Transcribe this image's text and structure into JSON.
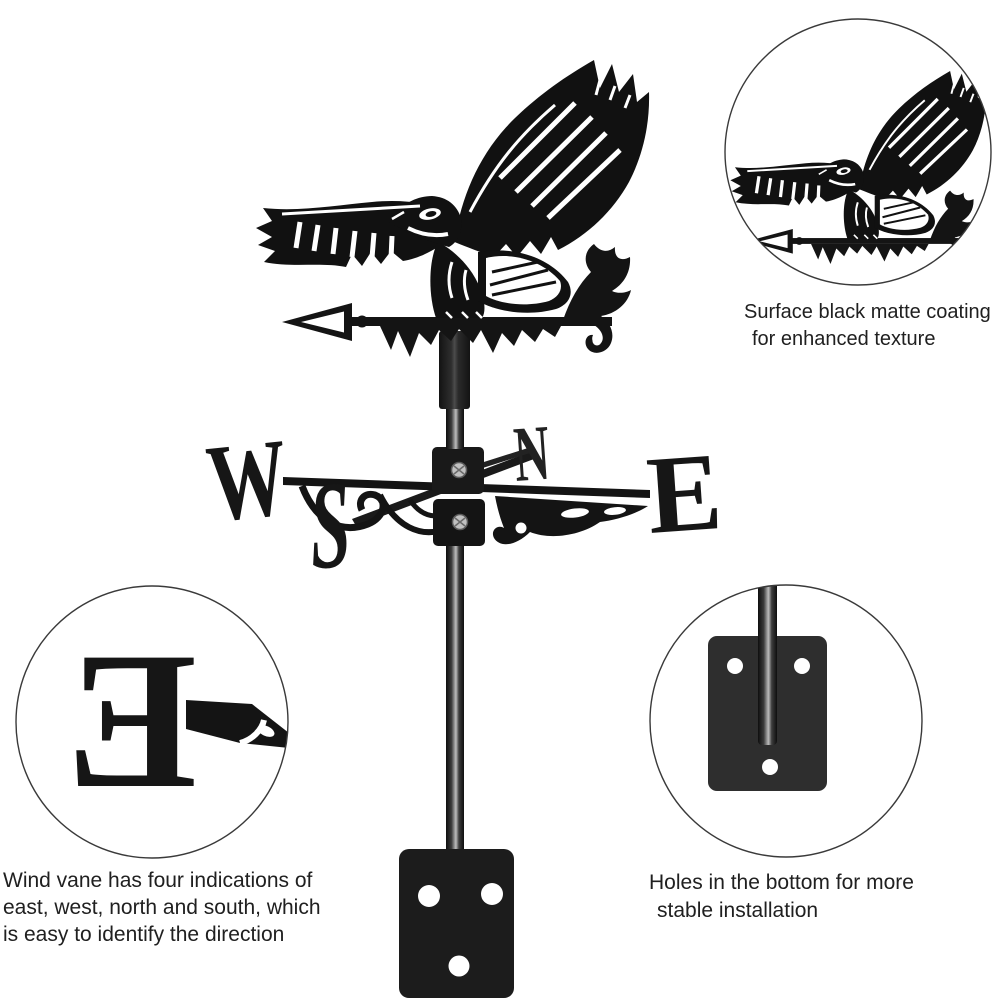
{
  "page": {
    "background_color": "#ffffff"
  },
  "product_view": {
    "subject": "eagle wind vane with compass letters, rod and mounting plate",
    "metal_color": "#161616",
    "circle_border_color": "#3a3a3a",
    "text_color": "#202020"
  },
  "compass": {
    "west": "W",
    "north": "N",
    "east": "E",
    "south": "S"
  },
  "callouts": {
    "top_right": {
      "shows": "eagle surface detail",
      "caption_lines": [
        "Surface black matte coating",
        "for enhanced texture"
      ]
    },
    "bottom_left": {
      "shows": "mirrored letter E detail",
      "caption_lines": [
        "Wind vane has four indications of",
        "east, west, north and south, which",
        "is easy to identify the direction"
      ]
    },
    "bottom_right": {
      "shows": "mounting plate with rod",
      "caption_lines": [
        "Holes in the bottom for more",
        "stable installation"
      ]
    }
  }
}
